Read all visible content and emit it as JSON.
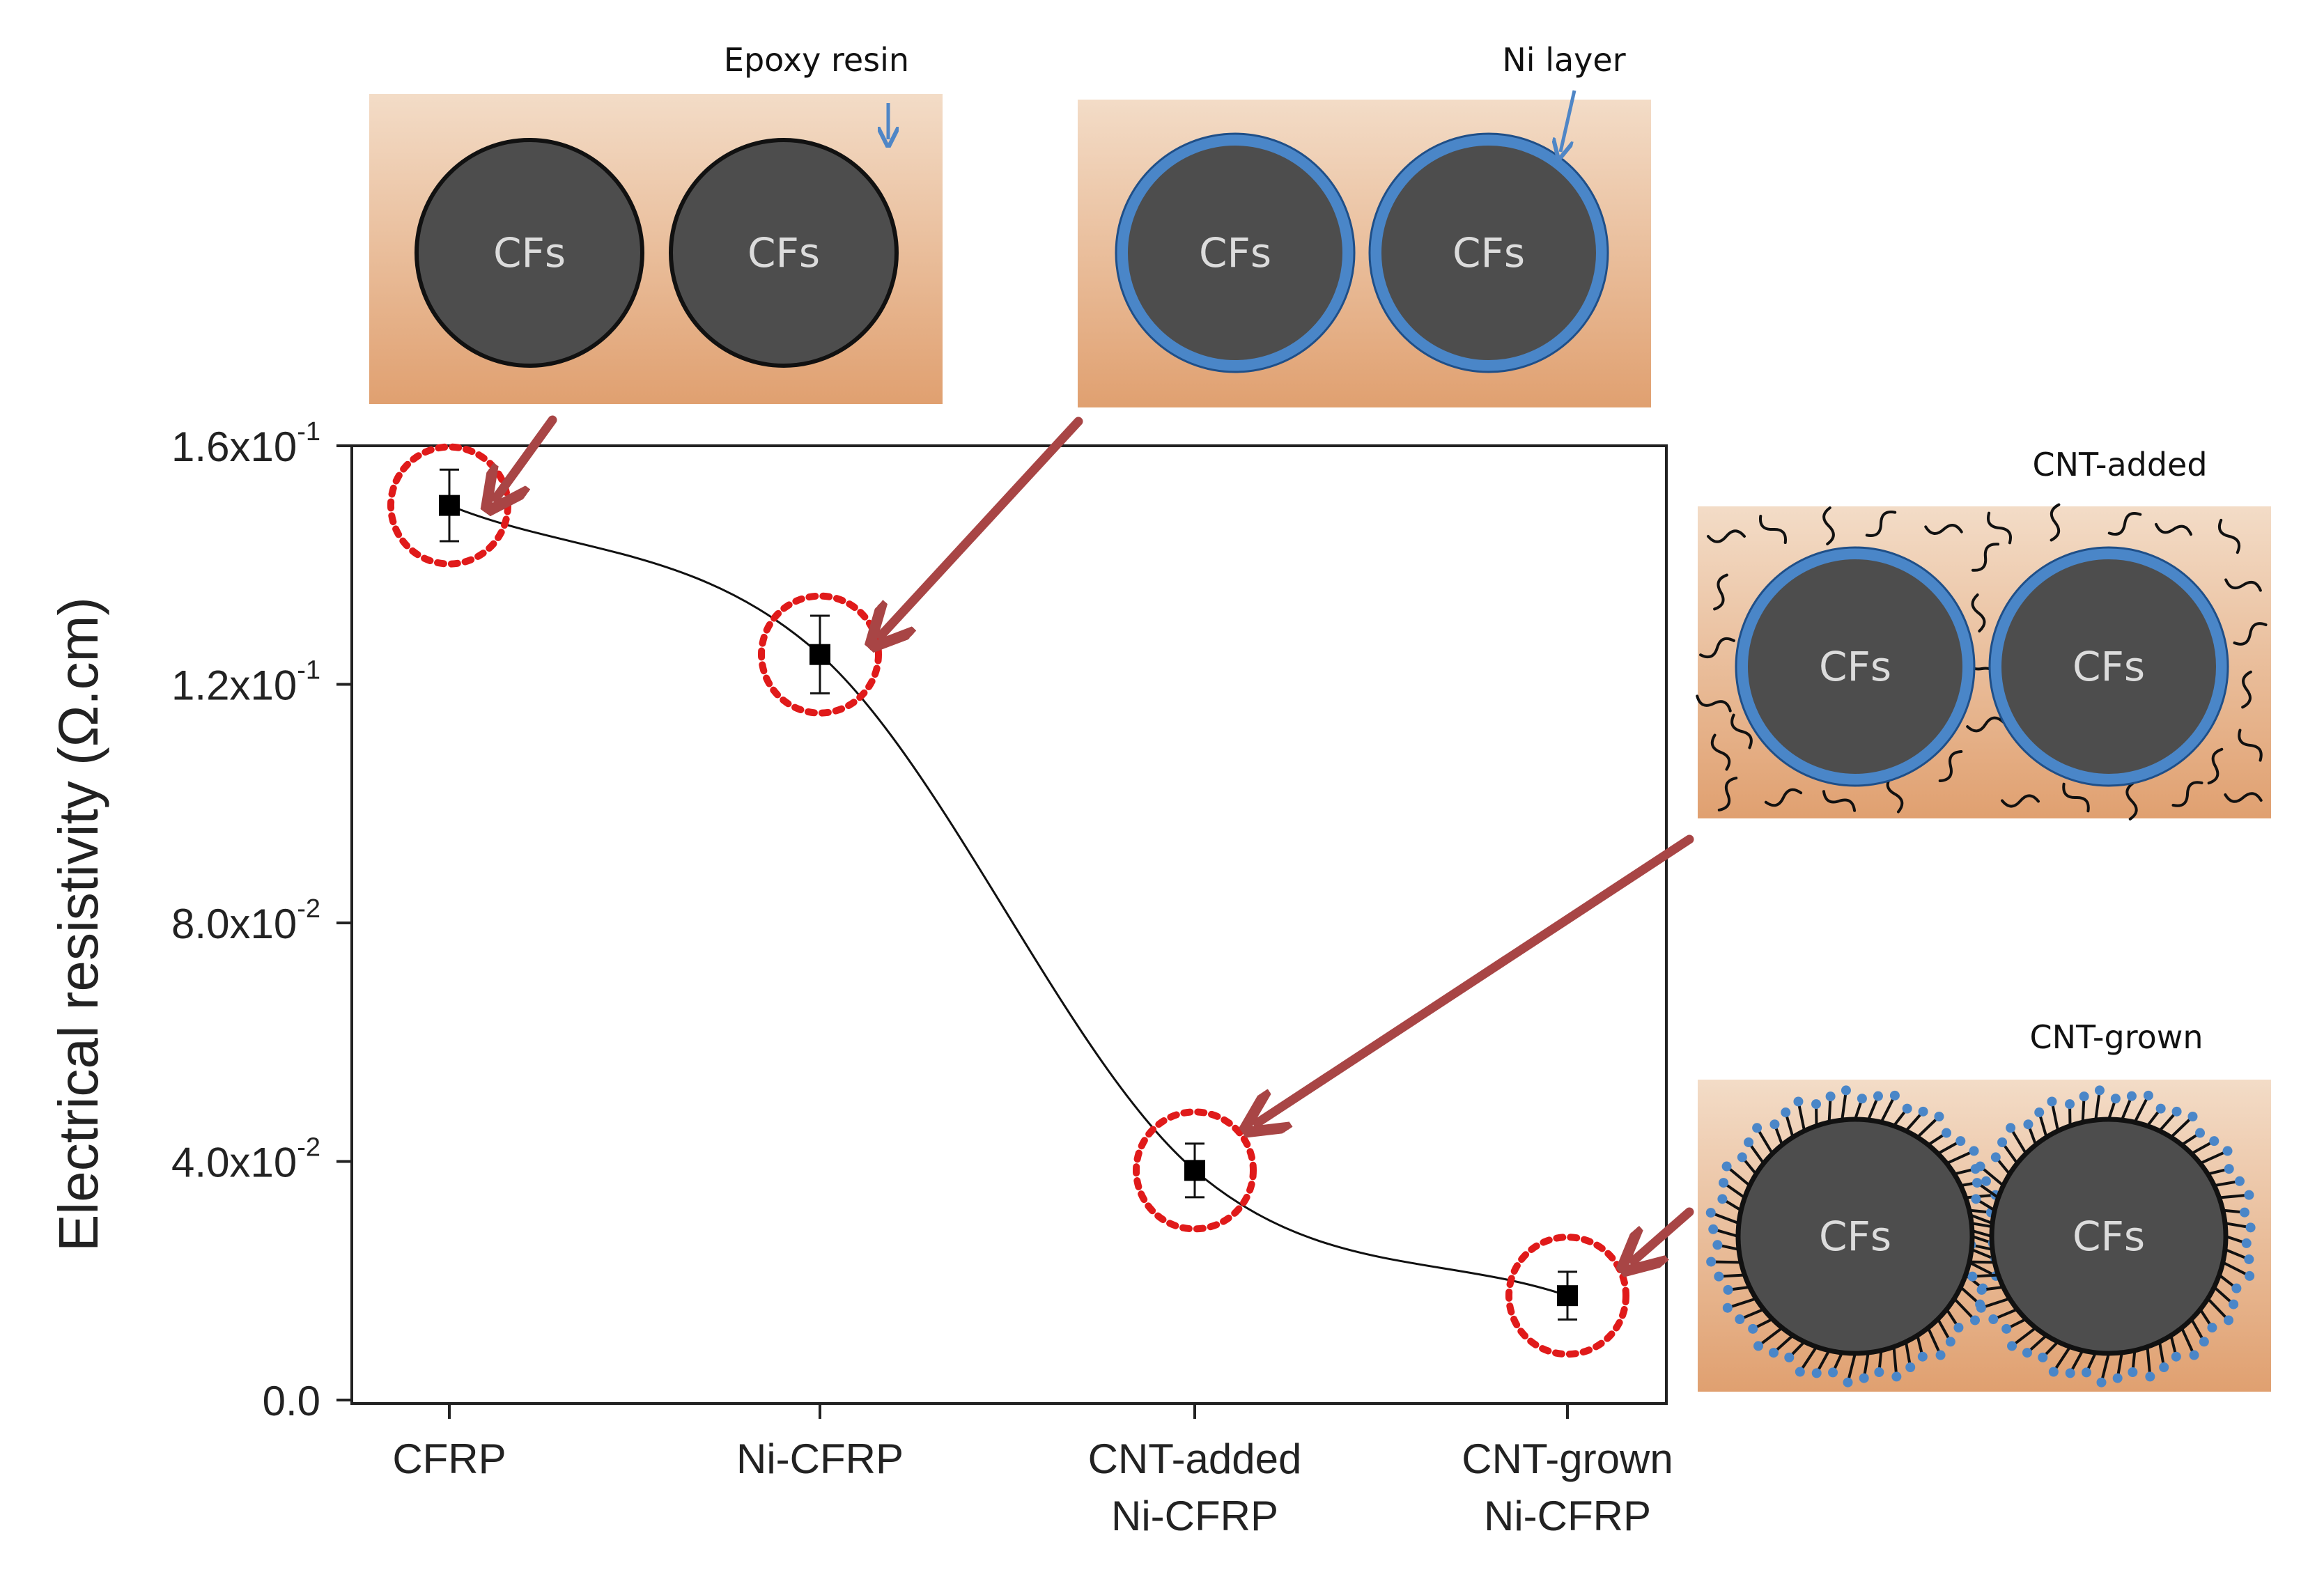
{
  "chart_data": {
    "type": "scatter",
    "categories": [
      "CFRP",
      "Ni-CFRP",
      "CNT-added\nNi-CFRP",
      "CNT-grown\nNi-CFRP"
    ],
    "values": [
      0.15,
      0.125,
      0.0385,
      0.0175
    ],
    "error": [
      0.006,
      0.0065,
      0.0045,
      0.004
    ],
    "fit_line": "smooth curve through points",
    "ylabel": "Electrical resistivity (Ω.cm)",
    "ylim": [
      0,
      0.16
    ],
    "yticks": [
      {
        "value": 0.16,
        "mant": "1.6x10",
        "exp": "-1"
      },
      {
        "value": 0.12,
        "mant": "1.2x10",
        "exp": "-1"
      },
      {
        "value": 0.08,
        "mant": "8.0x10",
        "exp": "-2"
      },
      {
        "value": 0.04,
        "mant": "4.0x10",
        "exp": "-2"
      },
      {
        "value": 0.0,
        "mant": "0.0",
        "exp": ""
      }
    ],
    "highlight": "red dotted circles around each point"
  },
  "insets": {
    "epoxy_label": "Epoxy resin",
    "ni_label": "Ni layer",
    "cnt_added_title": "CNT-added",
    "cnt_grown_title": "CNT-grown",
    "fiber_label": "CFs"
  },
  "colors": {
    "matrix_top": "#f3dcc7",
    "matrix_bottom": "#e0a070",
    "fiber": "#4d4d4d",
    "ni_layer": "#4a86c8",
    "arrow": "#a84545",
    "circle": "#e01a1a",
    "label_arrow": "#4f86c6"
  }
}
